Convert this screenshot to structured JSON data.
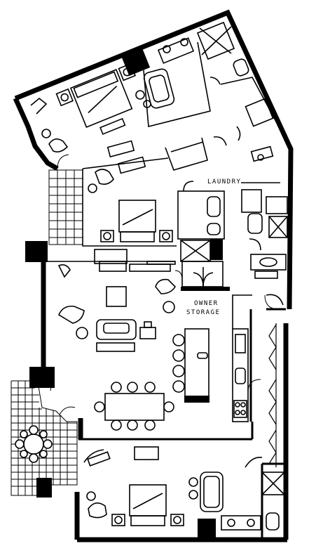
{
  "labels": {
    "laundry": "LAUNDRY",
    "owner_storage_line1": "OWNER",
    "owner_storage_line2": "STORAGE"
  },
  "colors": {
    "wall": "#000000",
    "background": "#ffffff",
    "line": "#000000"
  }
}
